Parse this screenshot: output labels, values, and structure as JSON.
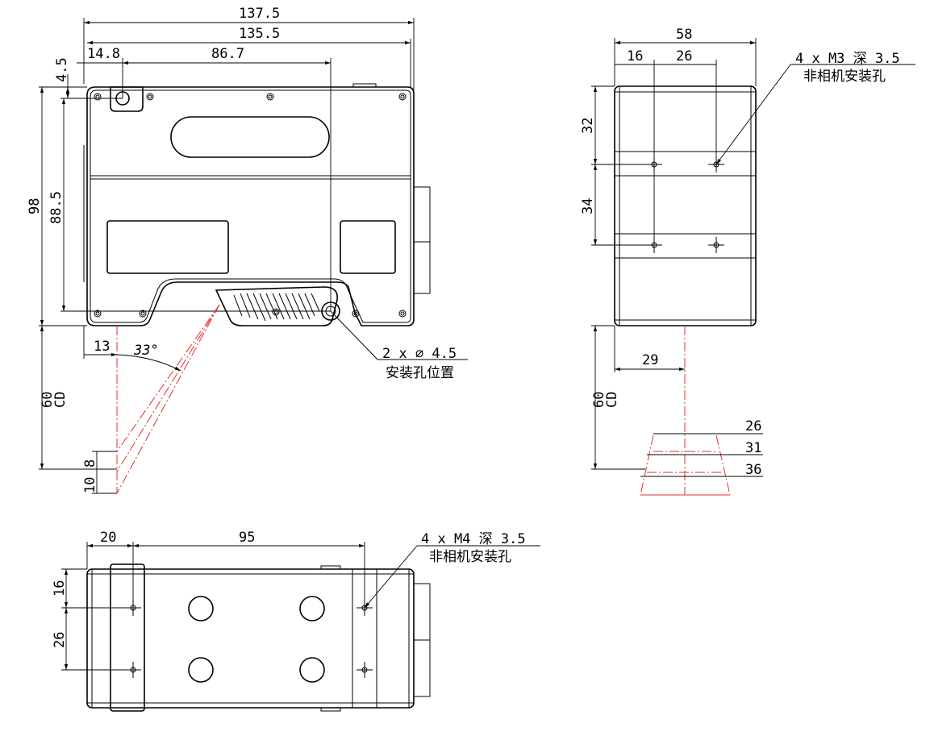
{
  "front_view": {
    "dim_overall_width": "137.5",
    "dim_body_width": "135.5",
    "dim_left_offset": "14.8",
    "dim_hole_span": "86.7",
    "dim_top_offset": "4.5",
    "dim_height": "98",
    "dim_hole_height": "88.5",
    "dim_beam_offset": "13",
    "dim_angle": "33°",
    "dim_cd_value": "60",
    "dim_cd_label": "CD",
    "dim_range_near": "8",
    "dim_range_far": "10",
    "mount_hole_callout_line1": "2 x ∅ 4.5",
    "mount_hole_callout_line2": "安装孔位置"
  },
  "side_view": {
    "dim_width": "58",
    "dim_left": "16",
    "dim_spacing": "26",
    "dim_top": "32",
    "dim_hole_spacing": "34",
    "dim_beam_offset": "29",
    "dim_cd_value": "60",
    "dim_cd_label": "CD",
    "dim_beam_width_near": "26",
    "dim_beam_width_mid": "31",
    "dim_beam_width_far": "36",
    "thread_callout_line1": "4 x  M3 深 3.5",
    "thread_callout_line2": "非相机安装孔"
  },
  "bottom_view": {
    "dim_left": "20",
    "dim_span": "95",
    "dim_top": "16",
    "dim_spacing": "26",
    "thread_callout_line1": "4 x  M4 深 3.5",
    "thread_callout_line2": "非相机安装孔"
  }
}
